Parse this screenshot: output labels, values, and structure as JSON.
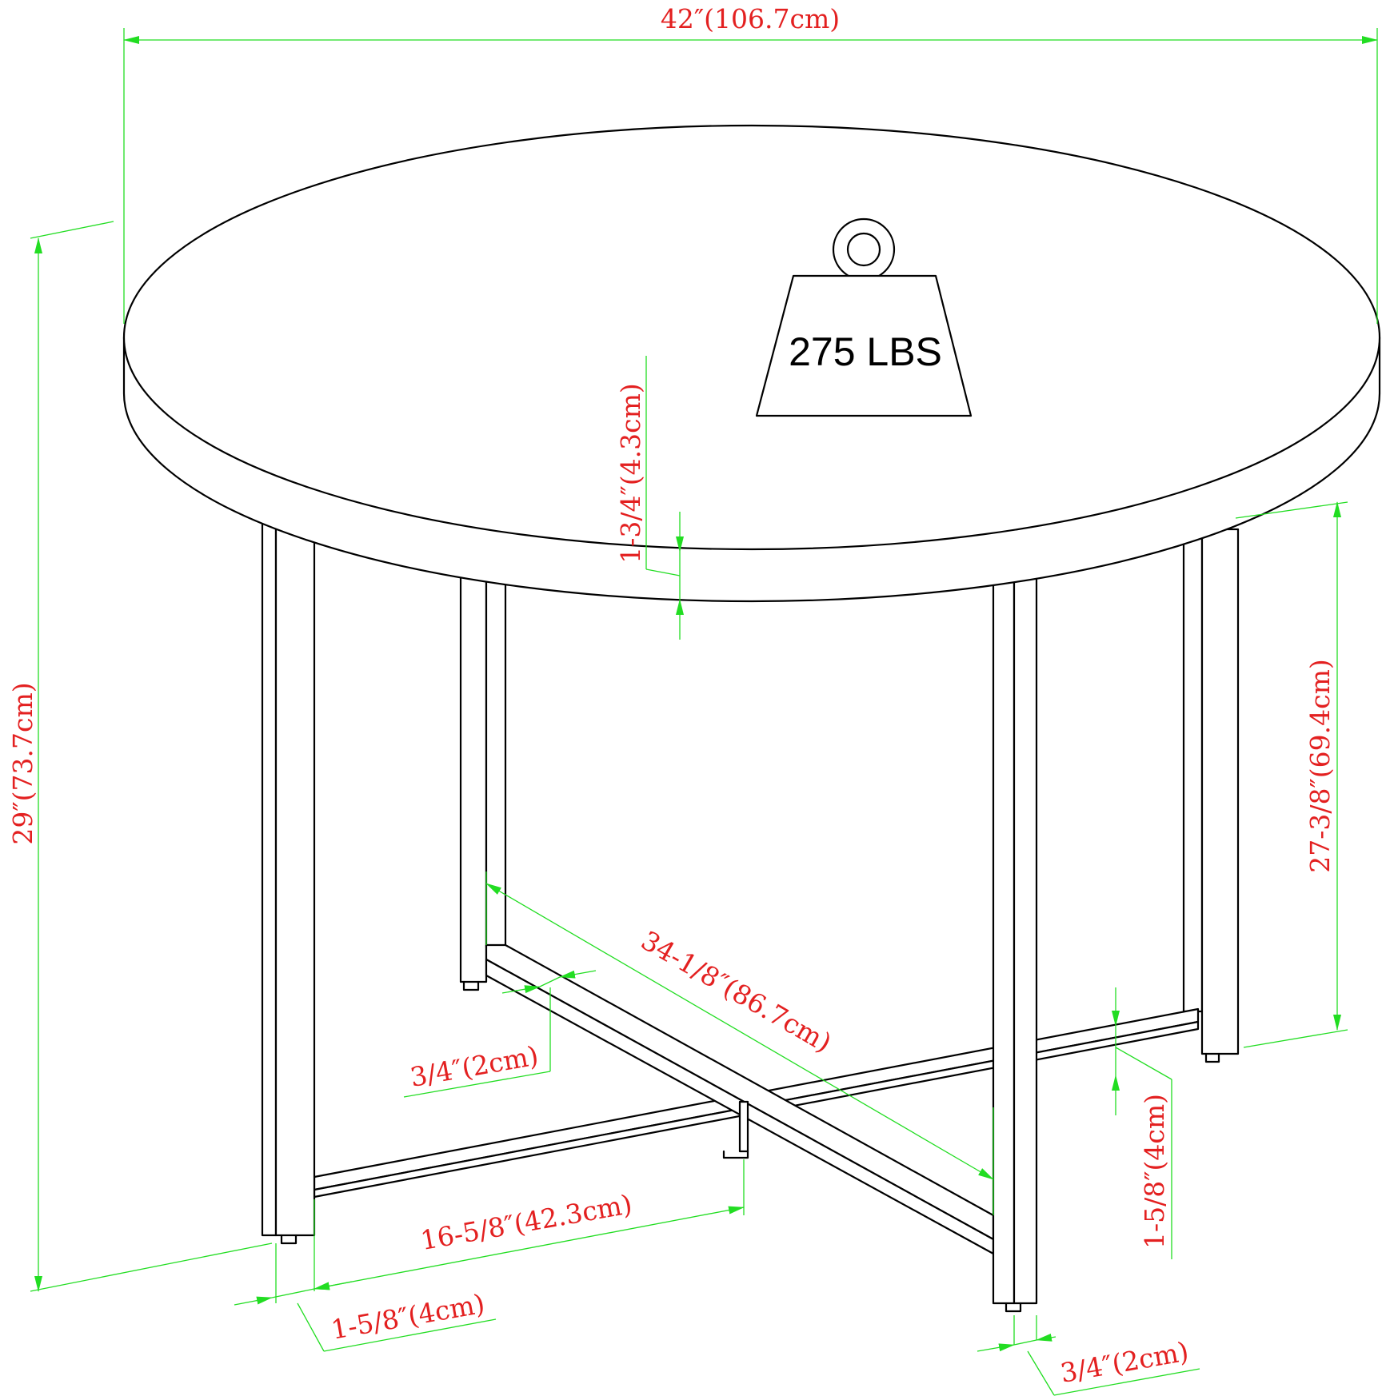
{
  "colors": {
    "outline": "#000000",
    "dimension_line": "#22dd22",
    "dimension_text": "#e32020",
    "background": "#ffffff"
  },
  "icons": {
    "weight": "weight-icon"
  },
  "weight_capacity": "275 LBS",
  "dimensions": {
    "overall_width": "42″(106.7cm)",
    "overall_height": "29″(73.7cm)",
    "top_thickness": "1-3/4″(4.3cm)",
    "leg_height": "27-3/8″(69.4cm)",
    "diagonal_base": "34-1/8″(86.7cm)",
    "half_base": "16-5/8″(42.3cm)",
    "bar_width_left": "3/4″(2cm)",
    "bar_width_right": "3/4″(2cm)",
    "leg_width_bottom": "1-5/8″(4cm)",
    "leg_width_right": "1-5/8″(4cm)"
  }
}
